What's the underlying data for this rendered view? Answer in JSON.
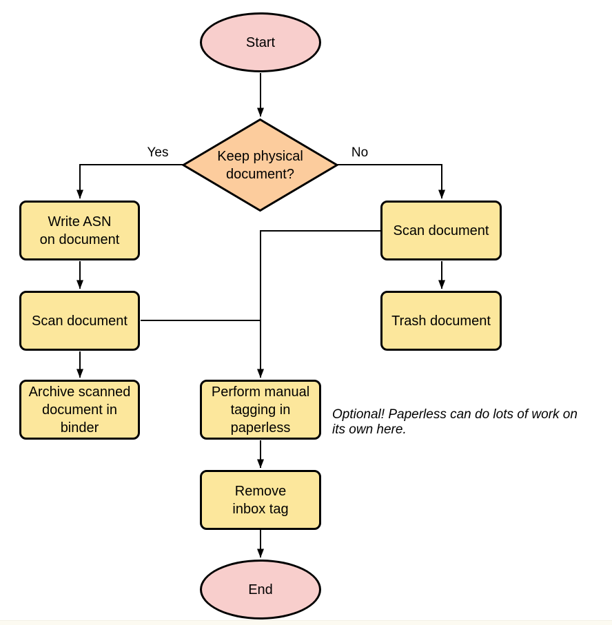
{
  "diagram": {
    "type": "flowchart",
    "colors": {
      "terminal_fill": "#f8cecc",
      "decision_fill": "#fccc9d",
      "process_fill": "#fce79c",
      "stroke": "#000000",
      "background": "#ffffff"
    },
    "nodes": {
      "start": {
        "label": "Start",
        "shape": "ellipse"
      },
      "decision": {
        "label": "Keep physical\ndocument?",
        "shape": "diamond"
      },
      "write_asn": {
        "label": "Write ASN\non document",
        "shape": "rounded-rect"
      },
      "scan_left": {
        "label": "Scan document",
        "shape": "rounded-rect"
      },
      "archive": {
        "label": "Archive scanned\ndocument in\nbinder",
        "shape": "rounded-rect"
      },
      "scan_right": {
        "label": "Scan document",
        "shape": "rounded-rect"
      },
      "trash": {
        "label": "Trash document",
        "shape": "rounded-rect"
      },
      "tagging": {
        "label": "Perform manual\ntagging in\npaperless",
        "shape": "rounded-rect"
      },
      "remove_inbox": {
        "label": "Remove\ninbox tag",
        "shape": "rounded-rect"
      },
      "end": {
        "label": "End",
        "shape": "ellipse"
      }
    },
    "edge_labels": {
      "yes": "Yes",
      "no": "No"
    },
    "note": "Optional! Paperless can do lots of work on\nits own here."
  }
}
